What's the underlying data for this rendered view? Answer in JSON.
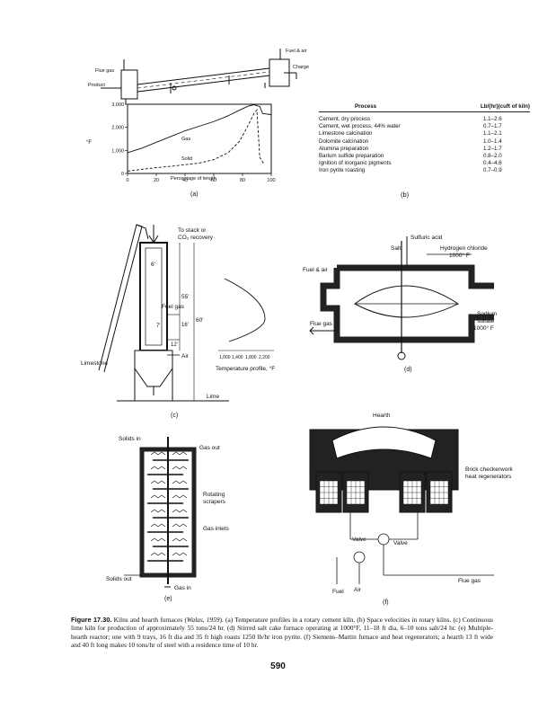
{
  "figure_a": {
    "label": "(a)",
    "kiln_labels": {
      "fuel_air": "Fuel & air",
      "charge": "Charge",
      "flue_gas": "Flue gas",
      "product": "Product"
    },
    "chart_data": {
      "type": "line",
      "ylabel": "°F",
      "xlabel": "Percentage of length",
      "x_ticks": [
        "0",
        "20",
        "40",
        "60",
        "80",
        "100"
      ],
      "y_ticks": [
        "0",
        "1,000",
        "2,000",
        "3,000"
      ],
      "xlim": [
        0,
        100
      ],
      "ylim": [
        0,
        3000
      ],
      "series": [
        {
          "name": "Gas",
          "x": [
            0,
            10,
            20,
            30,
            40,
            50,
            60,
            70,
            78,
            84,
            88,
            92,
            94,
            100
          ],
          "y": [
            900,
            1100,
            1350,
            1600,
            1850,
            2050,
            2250,
            2500,
            2750,
            2920,
            2980,
            2900,
            2600,
            2550
          ]
        },
        {
          "name": "Solid",
          "x": [
            0,
            10,
            20,
            30,
            40,
            50,
            60,
            70,
            78,
            84,
            88,
            90,
            92,
            95
          ],
          "y": [
            100,
            180,
            250,
            310,
            380,
            450,
            600,
            900,
            1400,
            2100,
            2600,
            2750,
            700,
            400
          ]
        }
      ]
    }
  },
  "figure_b": {
    "label": "(b)",
    "col_process": "Process",
    "col_rate": "Lb/(hr)(cuft of kiln)",
    "rows": [
      {
        "process": "Cement, dry process",
        "rate": "1.1–2.6"
      },
      {
        "process": "Cement, wet process, 44% water",
        "rate": "0.7–1.7"
      },
      {
        "process": "Limestone calcination",
        "rate": "1.1–2.1"
      },
      {
        "process": "Dolomite calcination",
        "rate": "1.0–1.4"
      },
      {
        "process": "Alumina preparation",
        "rate": "1.2–1.7"
      },
      {
        "process": "Barium sulfide preparation",
        "rate": "0.8–2.0"
      },
      {
        "process": "Ignition of inorganic pigments",
        "rate": "0.4–4.6"
      },
      {
        "process": "Iron pyrite roasting",
        "rate": "0.7–0.9"
      }
    ]
  },
  "figure_c": {
    "label": "(c)",
    "to_stack_1": "To stack or",
    "to_stack_2": "CO₂ recovery",
    "dim_6": "6'",
    "dim_55": "55'",
    "dim_60": "60'",
    "dim_16": "16'",
    "dim_12": "12'",
    "dim_7": "7'",
    "fuel_gas": "Fuel gas",
    "air": "Air",
    "limestone": "Limestone",
    "lime": "Lime",
    "x_ticks": [
      "1,000",
      "1,400",
      "1,800",
      "2,200"
    ],
    "profile_label": "Temperature profile, °F"
  },
  "figure_d": {
    "label": "(d)",
    "sulfuric_acid": "Sulfuric acid",
    "salt": "Salt",
    "hcl": "Hydrogen chloride",
    "temp_1000": "1000° F",
    "fuel_air": "Fuel & air",
    "flue_gas": "Flue gas",
    "sodium_1": "Sodium",
    "sodium_2": "sulfate",
    "sodium_3": "1000° F"
  },
  "figure_e": {
    "label": "(e)",
    "solids_in": "Solids in",
    "gas_out": "Gas out",
    "rotating_1": "Rotating",
    "rotating_2": "scrapers",
    "gas_inlets": "Gas inlets",
    "solids_out": "Solids out",
    "gas_in": "Gas in"
  },
  "figure_f": {
    "label": "(f)",
    "hearth": "Hearth",
    "brick_1": "Brick checkerwork",
    "brick_2": "heat regenerators",
    "valve_1": "Valve",
    "valve_2": "Valve",
    "fuel": "Fuel",
    "air": "Air",
    "flue_gas": "Flue gas"
  },
  "caption": {
    "fig_no": "Figure 17.30.",
    "text_1": "Kilns and hearth furnaces (",
    "ref": "Walas, 1959",
    "text_2": "). (a) Temperature profiles in a rotary cement kiln. (b) Space velocities in rotary kilns. (c) Continuous lime kiln for production of approximately 55 tons/24 hr. (d) Stirred salt cake furnace operating at 1000°F, 11–18 ft dia, 6–10 tons salt/24 hr. (e) Multiple-hearth reactor; one with 9 trays, 16 ft dia and 35 ft high roasts 1250 lb/hr iron pyrite. (f) Siemens–Martin furnace and heat regenerators; a hearth 13 ft wide and 40 ft long makes 10 tons/hr of steel with a residence time of 10 hr."
  },
  "page_number": "590"
}
